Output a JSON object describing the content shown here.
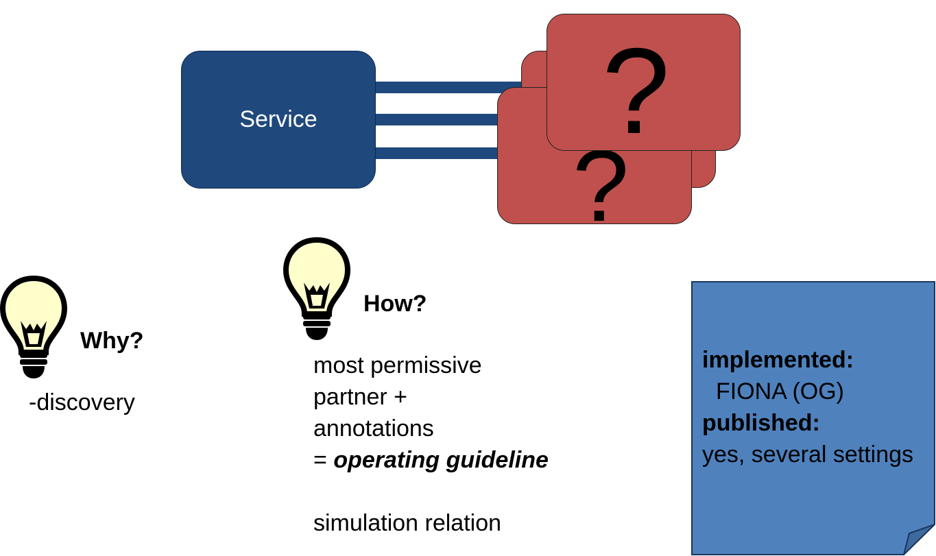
{
  "service": {
    "label": "Service"
  },
  "partners": {
    "front_mark": "?",
    "mid_mark": "?"
  },
  "why": {
    "heading": "Why?",
    "items": [
      "-discovery"
    ]
  },
  "how": {
    "heading": "How?",
    "line1": "most permissive",
    "line2": "partner +",
    "line3": "annotations",
    "line4_prefix": "= ",
    "line4_emphasis": "operating guideline",
    "line5": "simulation relation"
  },
  "note": {
    "implemented_label": "implemented:",
    "implemented_value": "FIONA (OG)",
    "published_label": "published:",
    "published_value": "yes, several settings"
  },
  "colors": {
    "service_fill": "#1f497d",
    "partner_fill": "#c0504d",
    "note_fill": "#4f81bd",
    "bulb_fill": "#ffffcc"
  },
  "icons": [
    "lightbulb-icon"
  ]
}
